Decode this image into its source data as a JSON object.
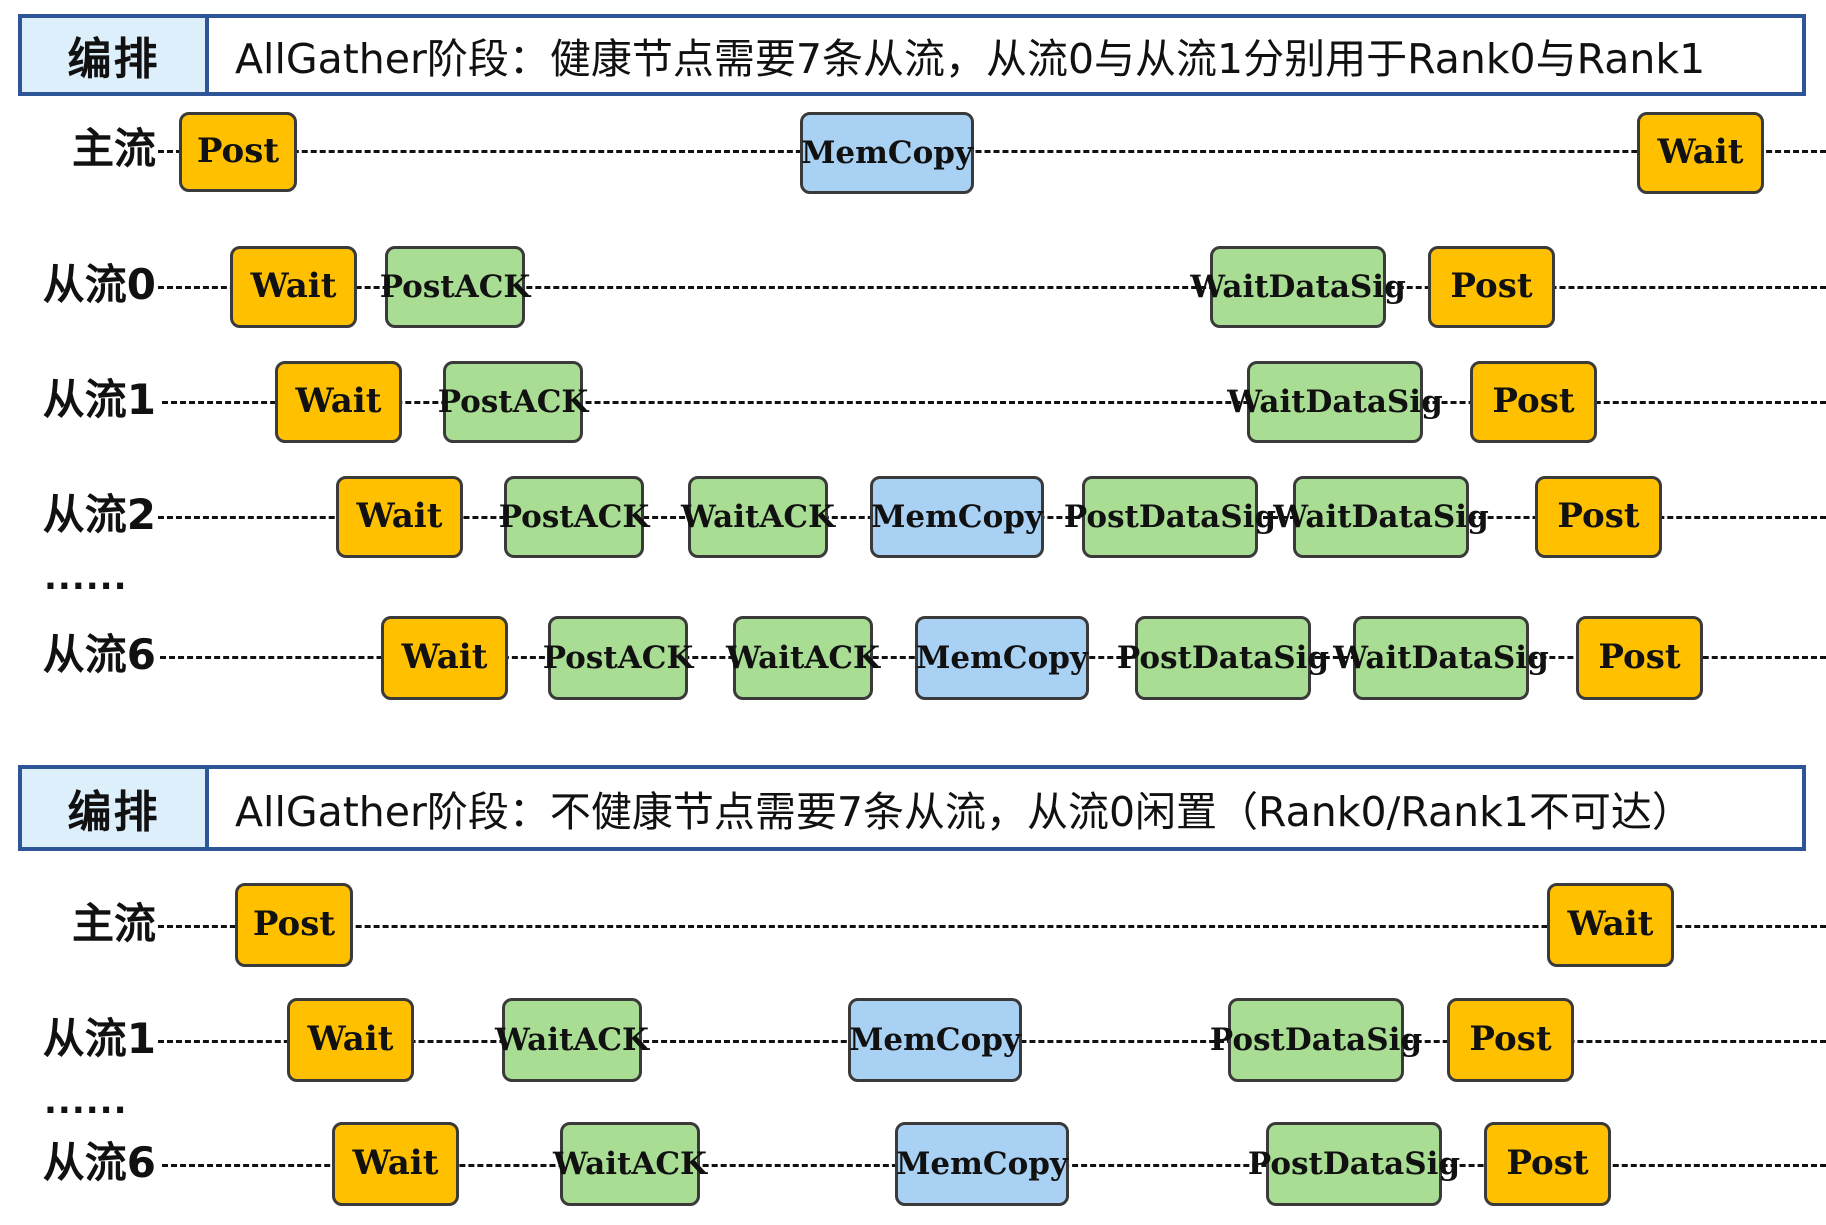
{
  "sections": [
    {
      "tag": "编排",
      "description": "AllGather阶段：健康节点需要7条从流，从流0与从流1分别用于Rank0与Rank1",
      "rows": [
        {
          "label": "主流",
          "ops": [
            {
              "lines": [
                "Post"
              ],
              "color": "orange"
            },
            {
              "lines": [
                "Mem",
                "Copy"
              ],
              "color": "blue"
            },
            {
              "lines": [
                "Wait"
              ],
              "color": "orange"
            }
          ]
        },
        {
          "label": "从流0",
          "ops": [
            {
              "lines": [
                "Wait"
              ],
              "color": "orange"
            },
            {
              "lines": [
                "Post",
                "ACK"
              ],
              "color": "green"
            },
            {
              "lines": [
                "Wait",
                "DataSig"
              ],
              "color": "green"
            },
            {
              "lines": [
                "Post"
              ],
              "color": "orange"
            }
          ]
        },
        {
          "label": "从流1",
          "ops": [
            {
              "lines": [
                "Wait"
              ],
              "color": "orange"
            },
            {
              "lines": [
                "Post",
                "ACK"
              ],
              "color": "green"
            },
            {
              "lines": [
                "Wait",
                "DataSig"
              ],
              "color": "green"
            },
            {
              "lines": [
                "Post"
              ],
              "color": "orange"
            }
          ]
        },
        {
          "label": "从流2",
          "ops": [
            {
              "lines": [
                "Wait"
              ],
              "color": "orange"
            },
            {
              "lines": [
                "Post",
                "ACK"
              ],
              "color": "green"
            },
            {
              "lines": [
                "Wait",
                "ACK"
              ],
              "color": "green"
            },
            {
              "lines": [
                "Mem",
                "Copy"
              ],
              "color": "blue"
            },
            {
              "lines": [
                "Post",
                "DataSig"
              ],
              "color": "green"
            },
            {
              "lines": [
                "Wait",
                "DataSig"
              ],
              "color": "green"
            },
            {
              "lines": [
                "Post"
              ],
              "color": "orange"
            }
          ]
        },
        {
          "label": "从流6",
          "ops": [
            {
              "lines": [
                "Wait"
              ],
              "color": "orange"
            },
            {
              "lines": [
                "Post",
                "ACK"
              ],
              "color": "green"
            },
            {
              "lines": [
                "Wait",
                "ACK"
              ],
              "color": "green"
            },
            {
              "lines": [
                "Mem",
                "Copy"
              ],
              "color": "blue"
            },
            {
              "lines": [
                "Post",
                "DataSig"
              ],
              "color": "green"
            },
            {
              "lines": [
                "Wait",
                "DataSig"
              ],
              "color": "green"
            },
            {
              "lines": [
                "Post"
              ],
              "color": "orange"
            }
          ]
        }
      ],
      "ellipsis": "......"
    },
    {
      "tag": "编排",
      "description": "AllGather阶段：不健康节点需要7条从流，从流0闲置（Rank0/Rank1不可达）",
      "rows": [
        {
          "label": "主流",
          "ops": [
            {
              "lines": [
                "Post"
              ],
              "color": "orange"
            },
            {
              "lines": [
                "Wait"
              ],
              "color": "orange"
            }
          ]
        },
        {
          "label": "从流1",
          "ops": [
            {
              "lines": [
                "Wait"
              ],
              "color": "orange"
            },
            {
              "lines": [
                "Wait",
                "ACK"
              ],
              "color": "green"
            },
            {
              "lines": [
                "Mem",
                "Copy"
              ],
              "color": "blue"
            },
            {
              "lines": [
                "Post",
                "DataSig"
              ],
              "color": "green"
            },
            {
              "lines": [
                "Post"
              ],
              "color": "orange"
            }
          ]
        },
        {
          "label": "从流6",
          "ops": [
            {
              "lines": [
                "Wait"
              ],
              "color": "orange"
            },
            {
              "lines": [
                "Wait",
                "ACK"
              ],
              "color": "green"
            },
            {
              "lines": [
                "Mem",
                "Copy"
              ],
              "color": "blue"
            },
            {
              "lines": [
                "Post",
                "DataSig"
              ],
              "color": "green"
            },
            {
              "lines": [
                "Post"
              ],
              "color": "orange"
            }
          ]
        }
      ],
      "ellipsis": "......"
    }
  ],
  "colors": {
    "orange": "#FFC000",
    "green": "#A9DD93",
    "blue": "#A9D1F4",
    "header_border": "#2E5597",
    "tag_background": "#DDEFFB"
  }
}
